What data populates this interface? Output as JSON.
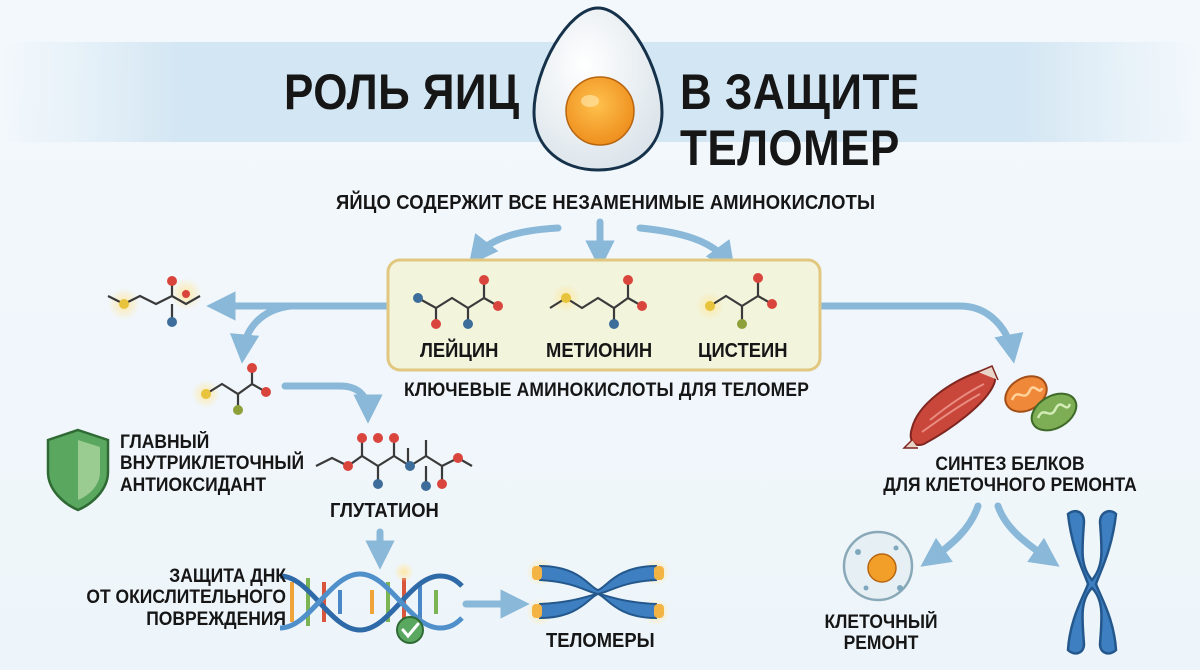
{
  "title": {
    "left": "РОЛЬ ЯИЦ",
    "right": "В ЗАЩИТЕ ТЕЛОМЕР"
  },
  "egg_statement": "ЯЙЦО СОДЕРЖИТ ВСЕ НЕЗАМЕНИМЫЕ АМИНОКИСЛОТЫ",
  "amino_acids": [
    {
      "name": "ЛЕЙЦИН"
    },
    {
      "name": "МЕТИОНИН"
    },
    {
      "name": "ЦИСТЕИН"
    }
  ],
  "amino_box_caption": "КЛЮЧЕВЫЕ АМИНОКИСЛОТЫ ДЛЯ ТЕЛОМЕР",
  "antioxidant_label": "ГЛАВНЫЙ\nВНУТРИКЛЕТОЧНЫЙ\nАНТИОКСИДАНТ",
  "glutathione_label": "ГЛУТАТИОН",
  "dna_protection_label": "ЗАЩИТА ДНК\nОТ ОКИСЛИТЕЛЬНОГО\nПОВРЕЖДЕНИЯ",
  "telomeres_label": "ТЕЛОМЕРЫ",
  "protein_synthesis_label": "СИНТЕЗ БЕЛКОВ\nДЛЯ КЛЕТОЧНОГО РЕМОНТА",
  "cell_repair_label": "КЛЕТОЧНЫЙ\nРЕМОНТ",
  "colors": {
    "arrow": "#8ab8d8",
    "box_fill": "#f2f4dc",
    "box_border": "#e2c780",
    "shield": "#5aa760",
    "chromosome": "#3d7fc0",
    "telomere_cap": "#f4b444",
    "egg_yolk": "#f29f2a",
    "muscle": "#c9463a",
    "mito": "#7dad55"
  },
  "icons": [
    "egg-icon",
    "shield-icon",
    "dna-helix-icon",
    "check-icon",
    "muscle-icon",
    "mitochondria-icon",
    "cell-icon",
    "chromosome-icon"
  ]
}
